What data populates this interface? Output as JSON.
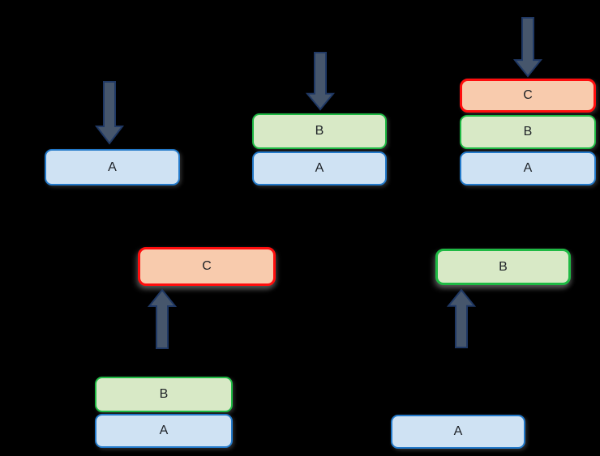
{
  "diagram": {
    "title": "stack-push-pop-illustration",
    "background": "#000000",
    "colors": {
      "blue_fill": "#cfe2f3",
      "blue_border": "#2379c9",
      "green_fill": "#d8e9c6",
      "green_border": "#1fb944",
      "red_fill": "#f8cbad",
      "red_border": "#fe0e0e",
      "arrow_fill": "#46566c",
      "arrow_border": "#1f3864",
      "label": "#1d2126"
    },
    "groups": [
      {
        "name": "push-first-item",
        "arrow": {
          "direction": "down",
          "icon": "down-arrow-icon"
        },
        "boxes": [
          {
            "label": "A",
            "variant": "blue"
          }
        ]
      },
      {
        "name": "push-second-item",
        "arrow": {
          "direction": "down",
          "icon": "down-arrow-icon"
        },
        "boxes": [
          {
            "label": "B",
            "variant": "green"
          },
          {
            "label": "A",
            "variant": "blue"
          }
        ]
      },
      {
        "name": "push-third-item",
        "arrow": {
          "direction": "down",
          "icon": "down-arrow-icon"
        },
        "boxes": [
          {
            "label": "C",
            "variant": "red"
          },
          {
            "label": "B",
            "variant": "green"
          },
          {
            "label": "A",
            "variant": "blue"
          }
        ]
      },
      {
        "name": "pop-top-item",
        "arrow": {
          "direction": "up",
          "icon": "up-arrow-icon"
        },
        "floating": {
          "label": "C",
          "variant": "red"
        },
        "boxes": [
          {
            "label": "B",
            "variant": "green"
          },
          {
            "label": "A",
            "variant": "blue"
          }
        ]
      },
      {
        "name": "pop-next-item",
        "arrow": {
          "direction": "up",
          "icon": "up-arrow-icon"
        },
        "floating": {
          "label": "B",
          "variant": "green"
        },
        "boxes": [
          {
            "label": "A",
            "variant": "blue"
          }
        ]
      }
    ]
  }
}
